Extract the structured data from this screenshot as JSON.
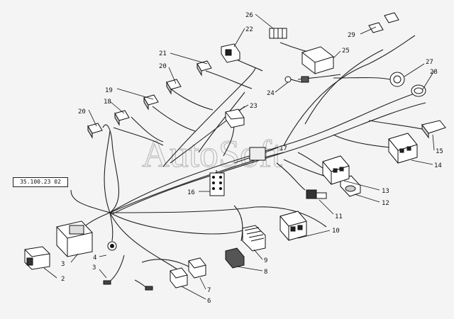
{
  "reference": "35.100.23 02",
  "watermark": "AutoSoft",
  "labels": [
    "2",
    "3",
    "3",
    "4",
    "6",
    "7",
    "8",
    "9",
    "10",
    "11",
    "12",
    "13",
    "14",
    "15",
    "16",
    "17",
    "18",
    "19",
    "20",
    "20",
    "21",
    "22",
    "23",
    "24",
    "25",
    "26",
    "27",
    "28",
    "29"
  ]
}
